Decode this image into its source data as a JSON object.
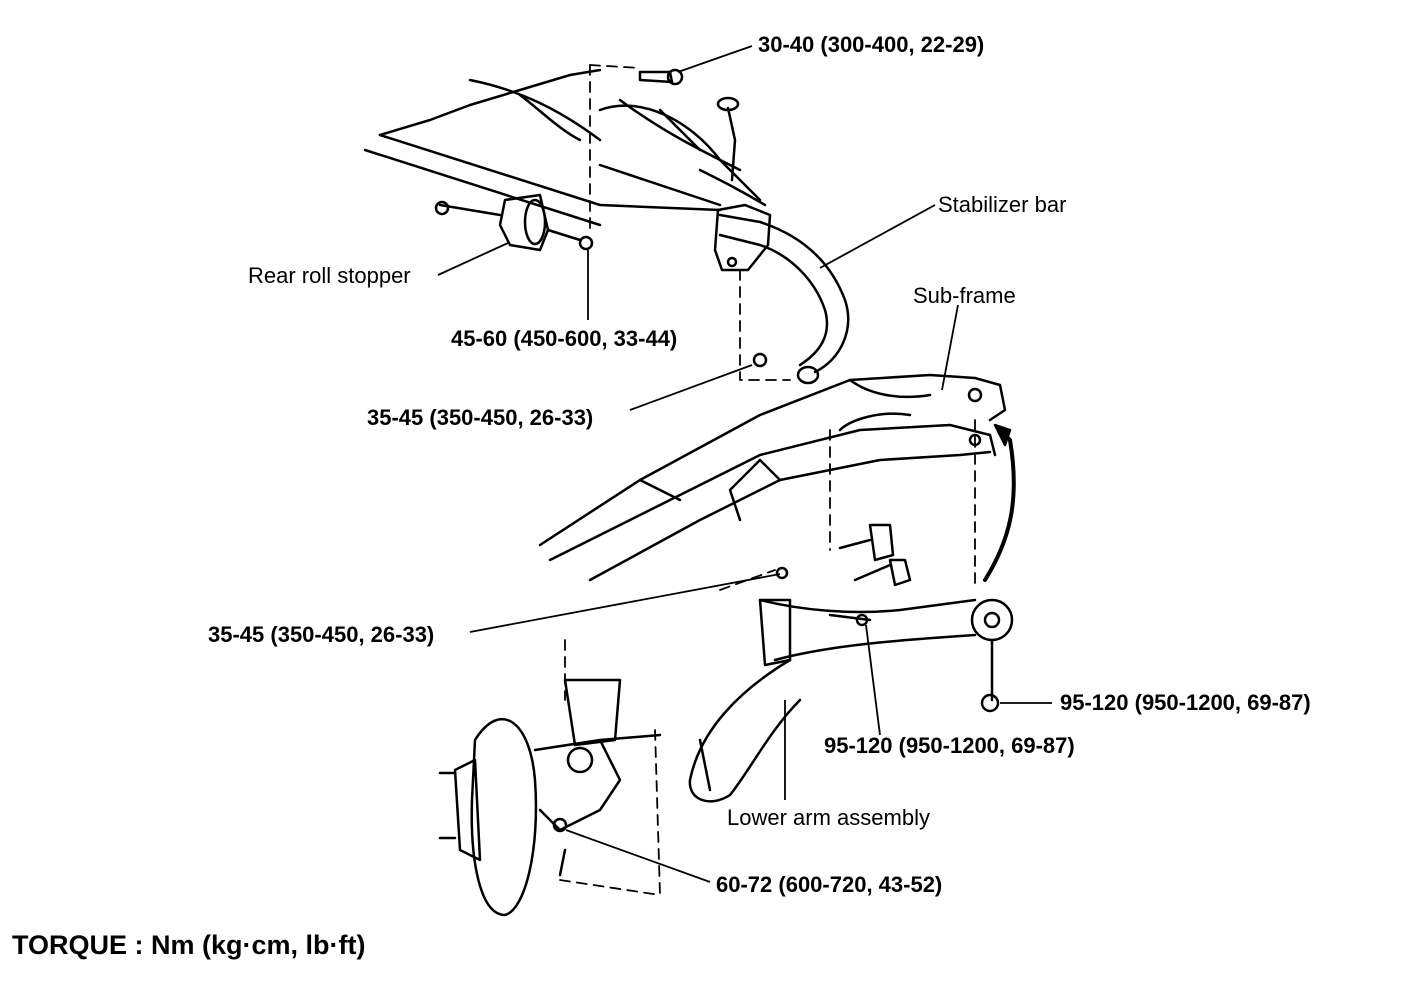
{
  "labels": {
    "torque_top_bolt": "30-40 (300-400, 22-29)",
    "stabilizer_bar": "Stabilizer bar",
    "rear_roll_stopper": "Rear roll stopper",
    "sub_frame": "Sub-frame",
    "torque_roll_stopper": "45-60 (450-600, 33-44)",
    "torque_stab_link": "35-45 (350-450, 26-33)",
    "torque_arm_nut": "35-45 (350-450, 26-33)",
    "torque_rear_bushing": "95-120 (950-1200, 69-87)",
    "torque_front_bushing": "95-120 (950-1200, 69-87)",
    "lower_arm_assembly": "Lower arm assembly",
    "torque_ball_joint": "60-72 (600-720, 43-52)",
    "torque_unit_note": "TORQUE : Nm (kg·cm, lb·ft)"
  }
}
